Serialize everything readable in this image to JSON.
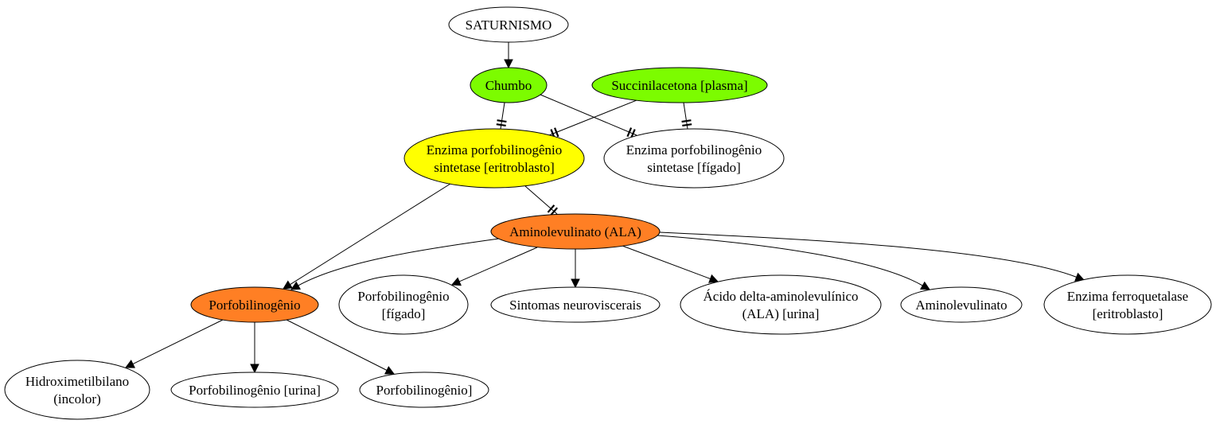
{
  "diagram": {
    "nodes": {
      "saturnismo": {
        "label": [
          "SATURNISMO"
        ],
        "fill": "#ffffff"
      },
      "chumbo": {
        "label": [
          "Chumbo"
        ],
        "fill": "#7cfc00"
      },
      "succinilacetona": {
        "label": [
          "Succinilacetona [plasma]"
        ],
        "fill": "#7cfc00"
      },
      "pbg_sintetase_eritroblasto": {
        "label": [
          "Enzima porfobilinogênio",
          "sintetase [eritroblasto]"
        ],
        "fill": "#ffff00"
      },
      "pbg_sintetase_figado": {
        "label": [
          "Enzima porfobilinogênio",
          "sintetase [fígado]"
        ],
        "fill": "#ffffff"
      },
      "ala": {
        "label": [
          "Aminolevulinato (ALA)"
        ],
        "fill": "#ff7f24"
      },
      "porfobilinogenio": {
        "label": [
          "Porfobilinogênio"
        ],
        "fill": "#ff7f24"
      },
      "pbg_figado": {
        "label": [
          "Porfobilinogênio",
          "[fígado]"
        ],
        "fill": "#ffffff"
      },
      "sintomas": {
        "label": [
          "Sintomas neuroviscerais"
        ],
        "fill": "#ffffff"
      },
      "acido_ala_urina": {
        "label": [
          "Ácido delta-aminolevulínico",
          "(ALA) [urina]"
        ],
        "fill": "#ffffff"
      },
      "aminolevulinato": {
        "label": [
          "Aminolevulinato"
        ],
        "fill": "#ffffff"
      },
      "ferroquetalase": {
        "label": [
          "Enzima ferroquetalase",
          "[eritroblasto]"
        ],
        "fill": "#ffffff"
      },
      "hidroximetilbilano": {
        "label": [
          "Hidroximetilbilano",
          "(incolor)"
        ],
        "fill": "#ffffff"
      },
      "pbg_urina": {
        "label": [
          "Porfobilinogênio [urina]"
        ],
        "fill": "#ffffff"
      },
      "pbg_colchete": {
        "label": [
          "Porfobilinogênio]"
        ],
        "fill": "#ffffff"
      }
    },
    "edges": [
      {
        "from": "saturnismo",
        "to": "chumbo",
        "head": "normal"
      },
      {
        "from": "chumbo",
        "to": "pbg_sintetase_eritroblasto",
        "head": "tee"
      },
      {
        "from": "chumbo",
        "to": "pbg_sintetase_figado",
        "head": "tee"
      },
      {
        "from": "succinilacetona",
        "to": "pbg_sintetase_eritroblasto",
        "head": "tee"
      },
      {
        "from": "succinilacetona",
        "to": "pbg_sintetase_figado",
        "head": "tee"
      },
      {
        "from": "pbg_sintetase_eritroblasto",
        "to": "ala",
        "head": "tee"
      },
      {
        "from": "pbg_sintetase_eritroblasto",
        "to": "porfobilinogenio",
        "head": "normal"
      },
      {
        "from": "ala",
        "to": "porfobilinogenio",
        "head": "normal"
      },
      {
        "from": "ala",
        "to": "pbg_figado",
        "head": "normal"
      },
      {
        "from": "ala",
        "to": "sintomas",
        "head": "normal"
      },
      {
        "from": "ala",
        "to": "acido_ala_urina",
        "head": "normal"
      },
      {
        "from": "ala",
        "to": "aminolevulinato",
        "head": "normal"
      },
      {
        "from": "ala",
        "to": "ferroquetalase",
        "head": "normal"
      },
      {
        "from": "porfobilinogenio",
        "to": "hidroximetilbilano",
        "head": "normal"
      },
      {
        "from": "porfobilinogenio",
        "to": "pbg_urina",
        "head": "normal"
      },
      {
        "from": "porfobilinogenio",
        "to": "pbg_colchete",
        "head": "normal"
      }
    ]
  }
}
